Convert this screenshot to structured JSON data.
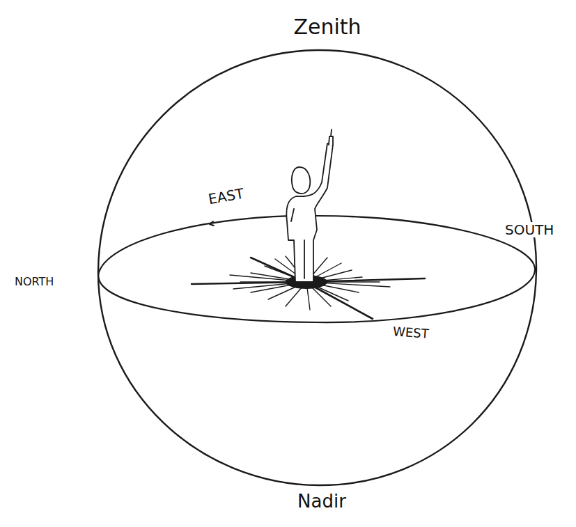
{
  "diagram": {
    "labels": [
      "Zenith",
      "EAST",
      "SOUTH",
      "NORTH",
      "WEST",
      "Nadir"
    ]
  }
}
